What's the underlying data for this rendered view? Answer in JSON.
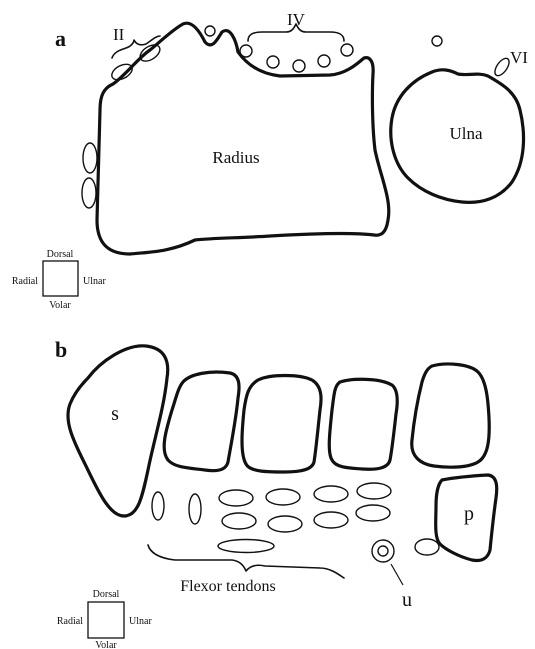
{
  "panels": {
    "a": {
      "letter": "a",
      "labels": {
        "radius": "Radius",
        "ulna": "Ulna",
        "compartment_2": "II",
        "compartment_4": "IV",
        "compartment_6": "VI"
      },
      "orientation": {
        "top": "Dorsal",
        "left": "Radial",
        "right": "Ulnar",
        "bottom": "Volar"
      }
    },
    "b": {
      "letter": "b",
      "labels": {
        "s": "s",
        "p": "p",
        "u": "u",
        "flexor_tendons": "Flexor tendons"
      },
      "orientation": {
        "top": "Dorsal",
        "left": "Radial",
        "right": "Ulnar",
        "bottom": "Volar"
      }
    }
  }
}
